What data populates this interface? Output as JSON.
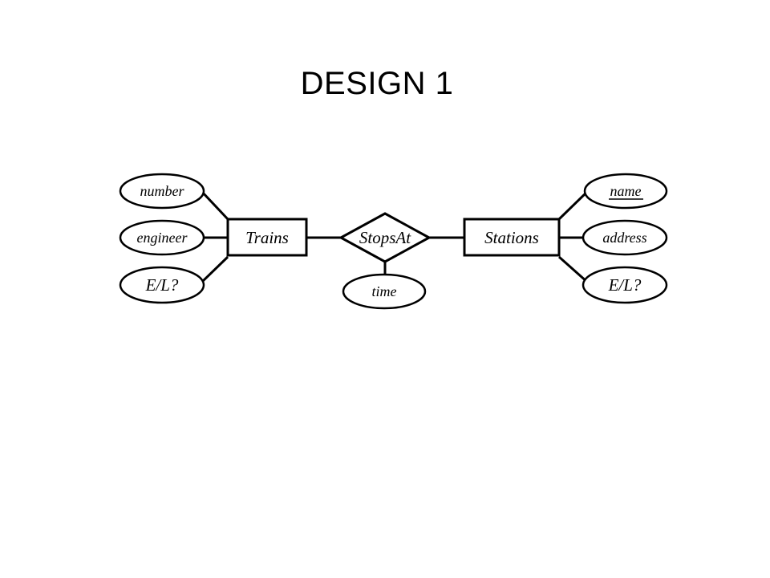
{
  "title": "DESIGN 1",
  "entities": {
    "trains": "Trains",
    "stations": "Stations"
  },
  "relationship": {
    "label": "StopsAt",
    "attribute": "time"
  },
  "train_attributes": {
    "number": "number",
    "engineer": "engineer",
    "el": "E/L?"
  },
  "station_attributes": {
    "name": "name",
    "address": "address",
    "el": "E/L?"
  }
}
